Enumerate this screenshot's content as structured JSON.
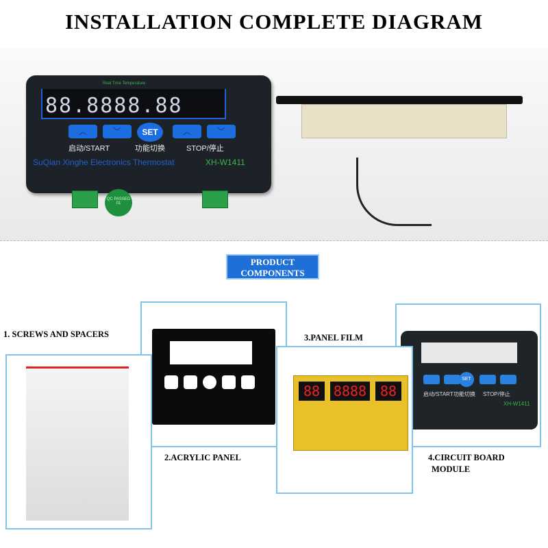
{
  "title": "INSTALLATION COMPLETE DIAGRAM",
  "device": {
    "header": "Real Time Temperature",
    "digits": "88.8888.88",
    "set": "SET",
    "start": "启动/START",
    "switch": "功能切换",
    "stop": "STOP/停止",
    "brand": "SuQian Xinghe Electronics Thermostat",
    "model": "XH-W1411",
    "qc": "QC PASSED 01"
  },
  "badge": {
    "line1": "PRODUCT",
    "line2": "COMPONENTS"
  },
  "components": {
    "c1": "1. SCREWS AND SPACERS",
    "c2": "2.ACRYLIC PANEL",
    "c3": "3.PANEL FILM",
    "c4a": "4.CIRCUIT BOARD",
    "c4b": "MODULE"
  },
  "film": {
    "set": "SET",
    "start": "启动/START",
    "switch": "功能切换",
    "stop": "STOP/停止",
    "model": "XH-W1411"
  },
  "colors": {
    "accent": "#1e6fd6",
    "frame": "#7ec3ec"
  }
}
